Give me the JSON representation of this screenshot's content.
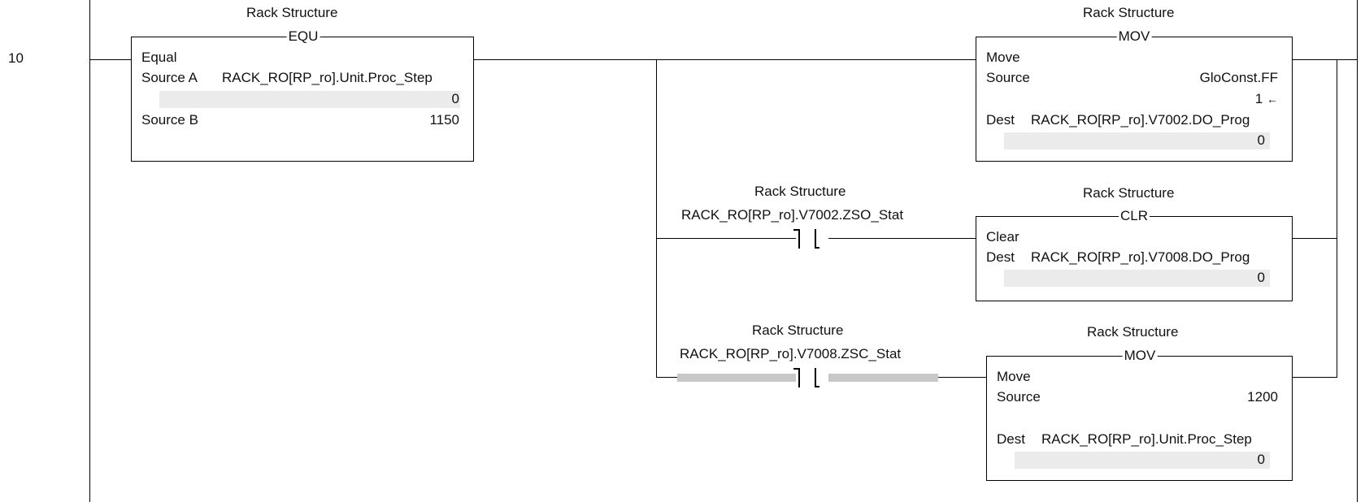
{
  "rung": {
    "number": "10"
  },
  "equ": {
    "header": "Rack Structure",
    "mnemonic": "EQU",
    "title": "Equal",
    "source_a_label": "Source A",
    "source_a_tag": "RACK_RO[RP_ro].Unit.Proc_Step",
    "source_a_value": "0",
    "source_b_label": "Source B",
    "source_b_value": "1150"
  },
  "mov1": {
    "header": "Rack Structure",
    "mnemonic": "MOV",
    "title": "Move",
    "source_label": "Source",
    "source_tag": "GloConst.FF",
    "source_value": "1",
    "source_arrow": "←",
    "dest_label": "Dest",
    "dest_tag": "RACK_RO[RP_ro].V7002.DO_Prog",
    "dest_value": "0"
  },
  "xic1": {
    "header": "Rack Structure",
    "tag": "RACK_RO[RP_ro].V7002.ZSO_Stat",
    "energized": false
  },
  "clr": {
    "header": "Rack Structure",
    "mnemonic": "CLR",
    "title": "Clear",
    "dest_label": "Dest",
    "dest_tag": "RACK_RO[RP_ro].V7008.DO_Prog",
    "dest_value": "0"
  },
  "xic2": {
    "header": "Rack Structure",
    "tag": "RACK_RO[RP_ro].V7008.ZSC_Stat",
    "energized": true
  },
  "mov2": {
    "header": "Rack Structure",
    "mnemonic": "MOV",
    "title": "Move",
    "source_label": "Source",
    "source_value": "1200",
    "dest_label": "Dest",
    "dest_tag": "RACK_RO[RP_ro].Unit.Proc_Step",
    "dest_value": "0"
  },
  "colors": {
    "highlight": "#c8c8c8",
    "value_field": "#ebebeb",
    "wire": "#000000"
  }
}
